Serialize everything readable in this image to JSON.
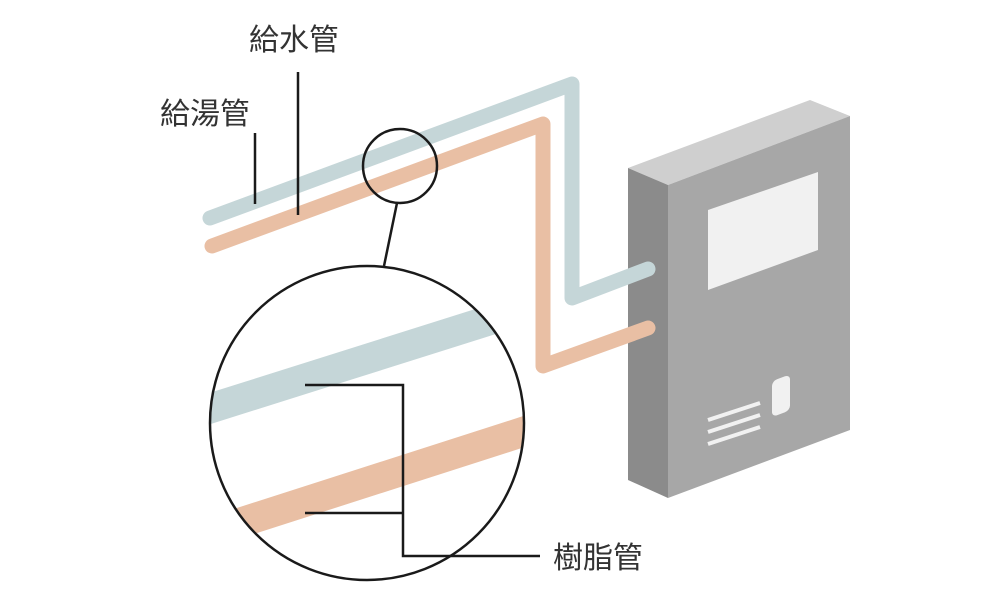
{
  "labels": {
    "water_pipe": "給水管",
    "hot_water_pipe": "給湯管",
    "resin_pipe": "樹脂管"
  },
  "colors": {
    "water_pipe": "#c5d6d8",
    "hot_water_pipe": "#e9bfa4",
    "leader_line": "#1a1a1a",
    "heater_front": "#a7a7a7",
    "heater_side": "#8b8b8b",
    "heater_top": "#cfcfcf",
    "heater_panel": "#f1f1f1"
  },
  "icons": {
    "water_heater": "water-heater-icon",
    "magnifier": "magnifier-circle"
  }
}
